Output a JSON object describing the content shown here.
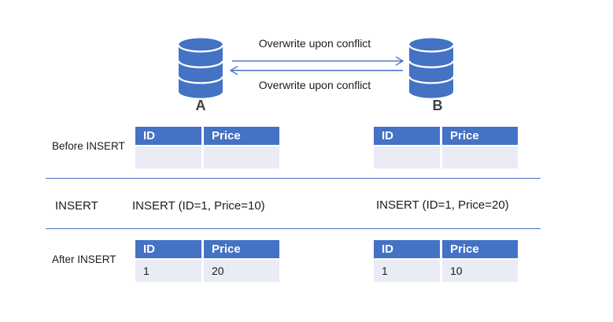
{
  "diagram": {
    "node_a_label": "A",
    "node_b_label": "B",
    "arrow_top_label": "Overwrite upon conflict",
    "arrow_bottom_label": "Overwrite upon conflict"
  },
  "row_labels": {
    "before": "Before INSERT",
    "insert": "INSERT",
    "after": "After INSERT"
  },
  "statements": {
    "a": "INSERT (ID=1, Price=10)",
    "b": "INSERT (ID=1, Price=20)"
  },
  "tables": {
    "before_a": {
      "h": [
        "ID",
        "Price"
      ],
      "r": [
        "",
        ""
      ]
    },
    "before_b": {
      "h": [
        "ID",
        "Price"
      ],
      "r": [
        "",
        ""
      ]
    },
    "after_a": {
      "h": [
        "ID",
        "Price"
      ],
      "r": [
        "1",
        "20"
      ]
    },
    "after_b": {
      "h": [
        "ID",
        "Price"
      ],
      "r": [
        "1",
        "10"
      ]
    }
  },
  "colors": {
    "accent": "#4472C4",
    "table_row_fill": "#E9EBF5",
    "node_label_gray": "#3F3F42",
    "text_ink": "#1B1B1B"
  }
}
